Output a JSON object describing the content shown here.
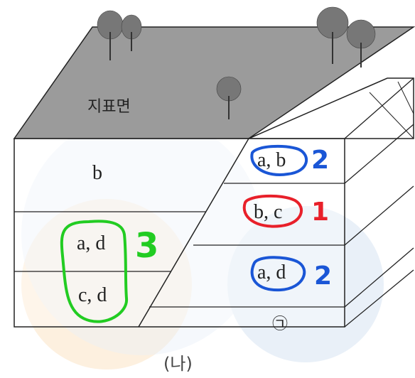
{
  "surface_label": "지표면",
  "left_layers": [
    "b",
    "a, d",
    "c, d"
  ],
  "front_layers": [
    "a, b",
    "b, c",
    "a, d"
  ],
  "annotations": {
    "order_top": "2",
    "order_middle": "1",
    "order_bottom": "2",
    "left_group_order": "3"
  },
  "bottom_marker": "㉠",
  "caption": "(나)",
  "colors": {
    "surface": "#9b9b9b",
    "annotation_green": "#22cc22",
    "annotation_red": "#e8202a",
    "annotation_blue": "#1a56d6",
    "watermark_orange": "#fbe3c4",
    "watermark_blue": "#dbe6f4"
  }
}
